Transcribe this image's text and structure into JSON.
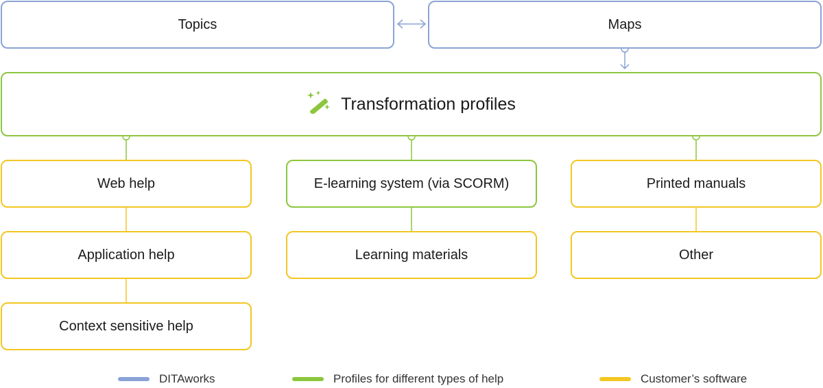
{
  "nodes": {
    "topics": "Topics",
    "maps": "Maps",
    "transformation_profiles": "Transformation profiles",
    "web_help": "Web help",
    "application_help": "Application help",
    "context_sensitive_help": "Context sensitive help",
    "elearning_system": "E-learning system (via SCORM)",
    "learning_materials": "Learning materials",
    "printed_manuals": "Printed manuals",
    "other": "Other"
  },
  "legend": [
    {
      "label": "DITAworks",
      "color": "#8aa3d6"
    },
    {
      "label": "Profiles for different types of help",
      "color": "#8cc63e"
    },
    {
      "label": "Customer’s software",
      "color": "#f3c623"
    }
  ],
  "icons": {
    "transformation": "magic-wand-icon"
  },
  "colors": {
    "ditaworks": "#8aa3d6",
    "profiles": "#8cc63e",
    "customer": "#f3c623"
  }
}
